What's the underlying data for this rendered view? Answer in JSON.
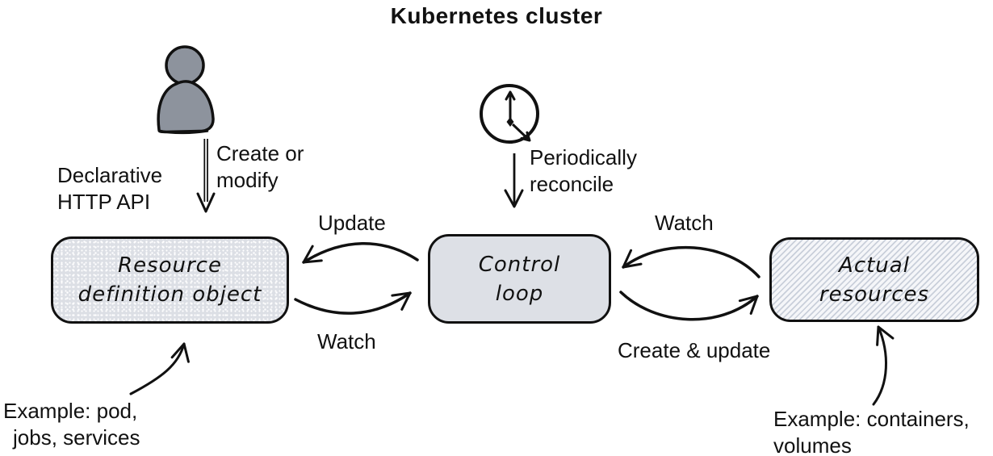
{
  "title": "Kubernetes cluster",
  "nodes": {
    "resource": {
      "line1": "Resource",
      "line2": "definition object"
    },
    "control": {
      "line1": "Control",
      "line2": "loop"
    },
    "actual": {
      "line1": "Actual",
      "line2": "resources"
    }
  },
  "labels": {
    "create_modify": {
      "line1": "Create or",
      "line2": "modify"
    },
    "declarative_api": {
      "line1": "Declarative",
      "line2": "HTTP API"
    },
    "periodically": {
      "line1": "Periodically",
      "line2": "reconcile"
    },
    "update": "Update",
    "watch_left": "Watch",
    "watch_right": "Watch",
    "create_update": "Create & update"
  },
  "annotations": {
    "left": {
      "line1": "Example: pod,",
      "line2": "jobs, services"
    },
    "right": {
      "line1": "Example: containers,",
      "line2": "volumes"
    }
  },
  "icons": {
    "user": "user-icon",
    "clock": "clock-icon"
  },
  "colors": {
    "ink": "#111111",
    "box_fill": "#dde0e6",
    "hatch_line": "#c9cfda",
    "person_fill": "#8d939d",
    "background": "#ffffff"
  }
}
